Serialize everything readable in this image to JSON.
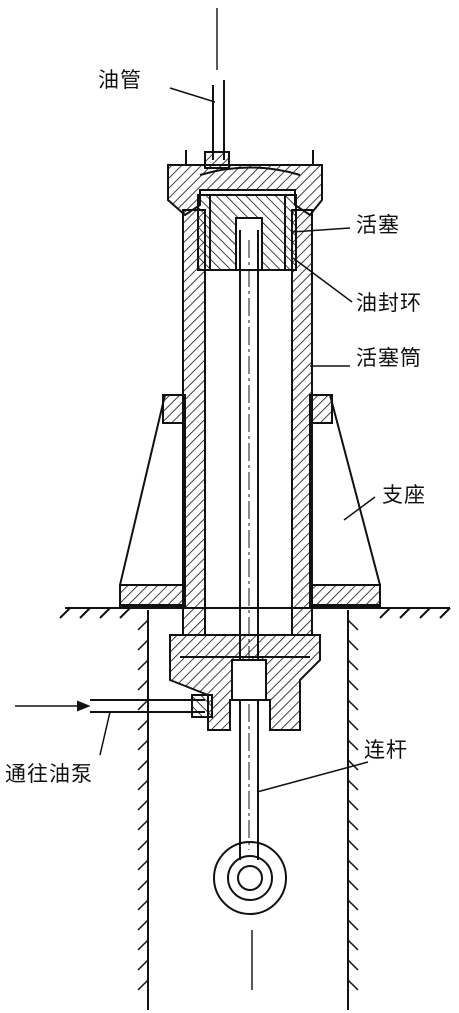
{
  "labels": {
    "oil_pipe": "油管",
    "piston": "活塞",
    "oil_seal_ring": "油封环",
    "piston_cylinder": "活塞筒",
    "support_base": "支座",
    "to_oil_pump": "通往油泵",
    "connecting_rod": "连杆"
  },
  "colors": {
    "ink": "#111111",
    "paper": "#ffffff"
  }
}
